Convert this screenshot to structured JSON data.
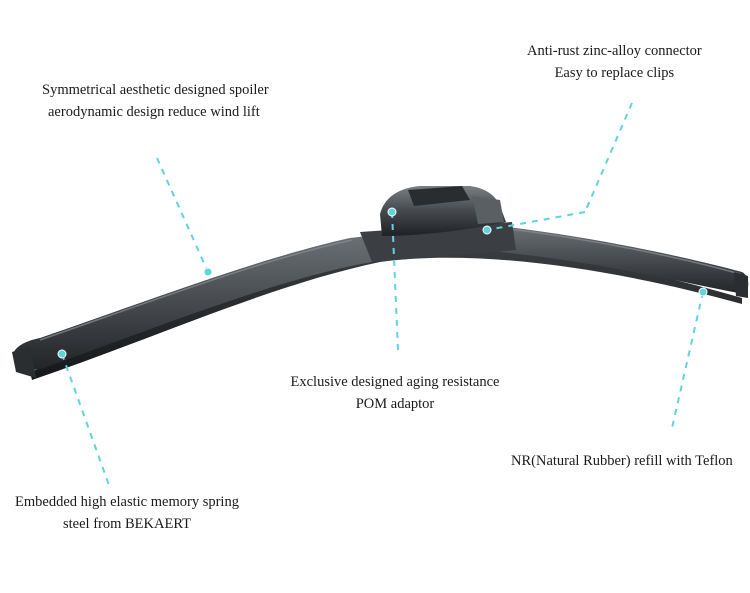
{
  "callouts": {
    "spoiler": {
      "line1": "Symmetrical aesthetic designed spoiler",
      "line2": "aerodynamic design reduce wind lift"
    },
    "connector": {
      "line1": "Anti-rust zinc-alloy connector",
      "line2": "Easy to replace clips"
    },
    "adaptor": {
      "line1": "Exclusive designed aging resistance",
      "line2": "POM adaptor"
    },
    "refill": {
      "line1": "NR(Natural Rubber) refill with Teflon"
    },
    "spring": {
      "line1": "Embedded high elastic memory spring",
      "line2": "steel from BEKAERT"
    }
  },
  "colors": {
    "leader": "#5fd3de",
    "blade_dark": "#2b2e31",
    "blade_mid": "#4a4e52",
    "blade_light": "#6b7075"
  }
}
